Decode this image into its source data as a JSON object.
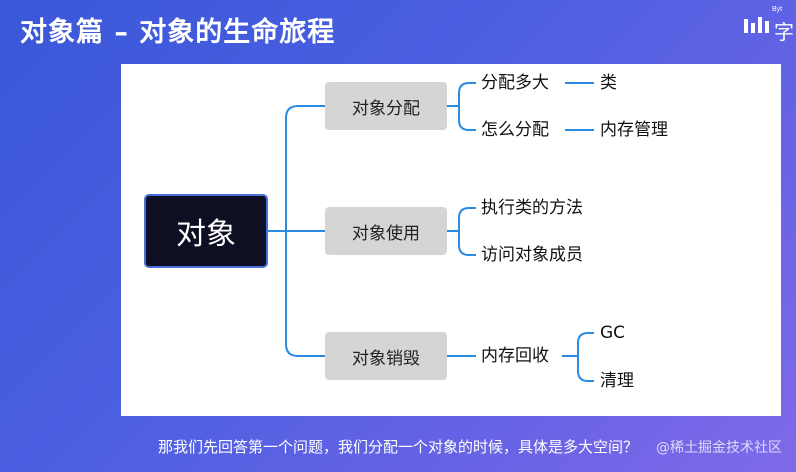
{
  "slide": {
    "title": "对象篇 – 对象的生命旅程",
    "logo_small": "Byt",
    "logo_char": "字"
  },
  "mindmap": {
    "root": "对象",
    "branches": [
      {
        "label": "对象分配",
        "children": [
          {
            "label": "分配多大",
            "children": [
              "类"
            ]
          },
          {
            "label": "怎么分配",
            "children": [
              "内存管理"
            ]
          }
        ]
      },
      {
        "label": "对象使用",
        "children": [
          {
            "label": "执行类的方法"
          },
          {
            "label": "访问对象成员"
          }
        ]
      },
      {
        "label": "对象销毁",
        "children": [
          {
            "label": "内存回收",
            "children": [
              "GC",
              "清理"
            ]
          }
        ]
      }
    ]
  },
  "caption": "那我们先回答第一个问题，我们分配一个对象的时候，具体是多大空间？",
  "watermark": "@稀土掘金技术社区"
}
